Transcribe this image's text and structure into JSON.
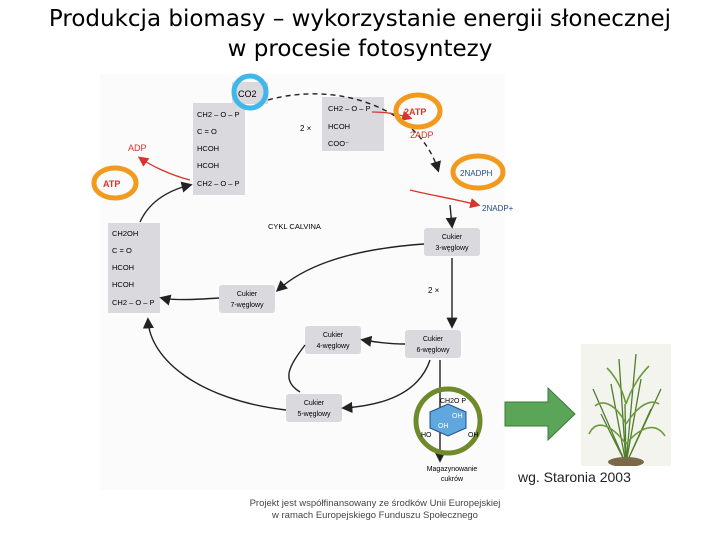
{
  "title": {
    "line1": "Produkcja biomasy – wykorzystanie energii słonecznej",
    "line2": "w procesie fotosyntezy"
  },
  "diagram": {
    "co2": "CO2",
    "atp_top": "2ATP",
    "adp_top": "2ADP",
    "nadph": "2NADPH",
    "nadp": "2NADP+",
    "adp_left": "ADP",
    "atp_left": "ATP",
    "times2_top": "2 ×",
    "times2_mid": "2 ×",
    "cycle_label": "CYKL CALVINA",
    "ribulose": [
      "CH2 – O – P",
      "C = O",
      "HCOH",
      "HCOH",
      "CH2 – O – P"
    ],
    "pga": [
      "CH2 – O – P",
      "HCOH",
      "COO⁻"
    ],
    "dhap": [
      "CH2OH",
      "C = O",
      "HCOH",
      "HCOH",
      "CH2 – O – P"
    ],
    "sugar3": [
      "Cukier",
      "3-węglowy"
    ],
    "sugar7": [
      "Cukier",
      "7-węglowy"
    ],
    "sugar4": [
      "Cukier",
      "4-węglowy"
    ],
    "sugar6": [
      "Cukier",
      "6-węglowy"
    ],
    "sugar5": [
      "Cukier",
      "5-węglowy"
    ],
    "glucose_top": "CH2O P",
    "glucose_oh": [
      "OH",
      "OH",
      "HO",
      "OH"
    ],
    "storage": [
      "Magazynowanie",
      "cukrów"
    ],
    "colors": {
      "blue_ring": "#3fb7e8",
      "orange_ring": "#f29a1e",
      "green_ring": "#6e8a2a",
      "arrow": "#5aa557",
      "box": "#d9d9de",
      "red_text": "#d9342b"
    }
  },
  "credit": "wg. Staronia 2003",
  "footer": {
    "line1": "Projekt jest współfinansowany ze środków Unii Europejskiej",
    "line2": "w ramach Europejskiego Funduszu Społecznego"
  }
}
